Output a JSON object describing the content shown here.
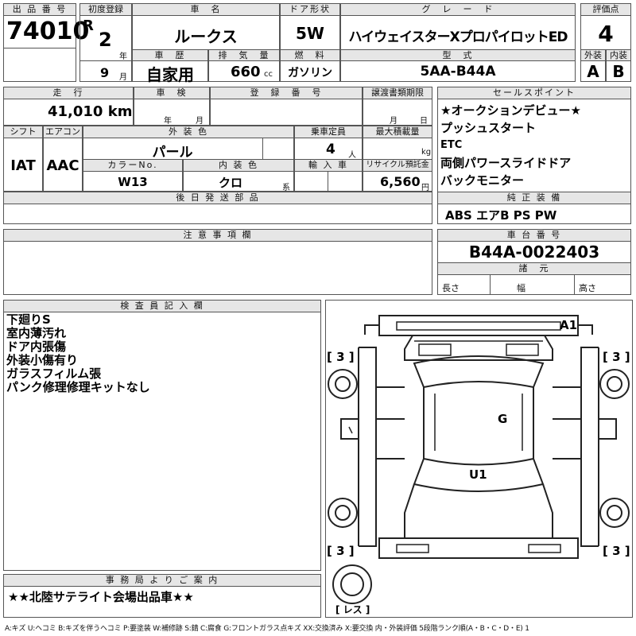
{
  "header_labels": {
    "lot_no": "出 品 番 号",
    "first_reg": "初度登録",
    "car_name": "車　名",
    "door": "ドア形状",
    "grade": "グ　レ　ー　ド",
    "score": "評価点",
    "history": "車　歴",
    "displacement": "排　気　量",
    "fuel": "燃　料",
    "model": "型　式",
    "exterior": "外装",
    "interior": "内装"
  },
  "values": {
    "lot_no": "74010",
    "era": "R",
    "year": "2",
    "year_unit": "年",
    "month": "9",
    "month_unit": "月",
    "car_name": "ルークス",
    "door": "5W",
    "grade": "ハイウェイスターXプロパイロットED",
    "score": "4",
    "history": "自家用",
    "displacement": "660",
    "displacement_unit": "cc",
    "fuel": "ガソリン",
    "model": "5AA-B44A",
    "exterior_grade": "A",
    "interior_grade": "B"
  },
  "row2": {
    "mileage_label": "走　行",
    "inspection_label": "車　検",
    "plate_label": "登　録　番　号",
    "transfer_label": "譲渡書類期限",
    "sales_label": "セールスポイント",
    "mileage": "41,010 km",
    "year_unit": "年",
    "month_unit": "月",
    "month_unit2": "月",
    "day_unit": "日"
  },
  "row3": {
    "shift_label": "シフト",
    "ac_label": "エアコン",
    "color_label": "外 装 色",
    "capacity_label": "乗車定員",
    "load_label": "最大積載量",
    "shift": "IAT",
    "ac": "AAC",
    "color": "パール",
    "capacity": "4",
    "capacity_unit": "人",
    "load_unit": "kg",
    "color_no_label": "カラーNo.",
    "interior_color_label": "内 装 色",
    "import_label": "輸 入 車",
    "recycle_label": "リサイクル預託金",
    "color_no": "W13",
    "interior_color": "クロ",
    "interior_suffix": "系",
    "recycle": "6,560",
    "recycle_unit": "円"
  },
  "sales_points": [
    "★オークションデビュー★",
    "プッシュスタート",
    "ETC",
    "両側パワースライドドア",
    "バックモニター"
  ],
  "later_parts_label": "後 日 発 送 部 品",
  "equipment_label": "純 正 装 備",
  "equipment": "ABS エアB PS PW",
  "caution_label": "注 意 事 項 欄",
  "chassis_label": "車 台 番 号",
  "chassis": "B44A-0022403",
  "dimensions_label": "諸　元",
  "dim_length": "長さ",
  "dim_width": "幅",
  "dim_height": "高さ",
  "inspector_label": "検 査 員 記 入 欄",
  "inspector_notes": [
    "下廻りS",
    "室内薄汚れ",
    "ドア内張傷",
    "外装小傷有り",
    "ガラスフィルム張",
    "パンク修理修理キットなし"
  ],
  "office_label": "事 務 局 よ り ご 案 内",
  "office_note": "★★北陸サテライト会場出品車★★",
  "diagram_marks": {
    "front_right": "A1",
    "roof": "G",
    "floor": "U1",
    "tire_fl": "[ 3 ]",
    "tire_fr": "[ 3 ]",
    "tire_rl": "[ 3 ]",
    "tire_rr": "[ 3 ]",
    "spare": "[ レス ]"
  },
  "legend": "A:キズ U:ヘコミ B:キズを伴うヘコミ P:要塗装 W:補修跡 S:錆 C:腐食 G:フロントガラス点キズ XX:交換済み X:要交換 内・外装評価 5段階ランク順(A・B・C・D・E) 1"
}
